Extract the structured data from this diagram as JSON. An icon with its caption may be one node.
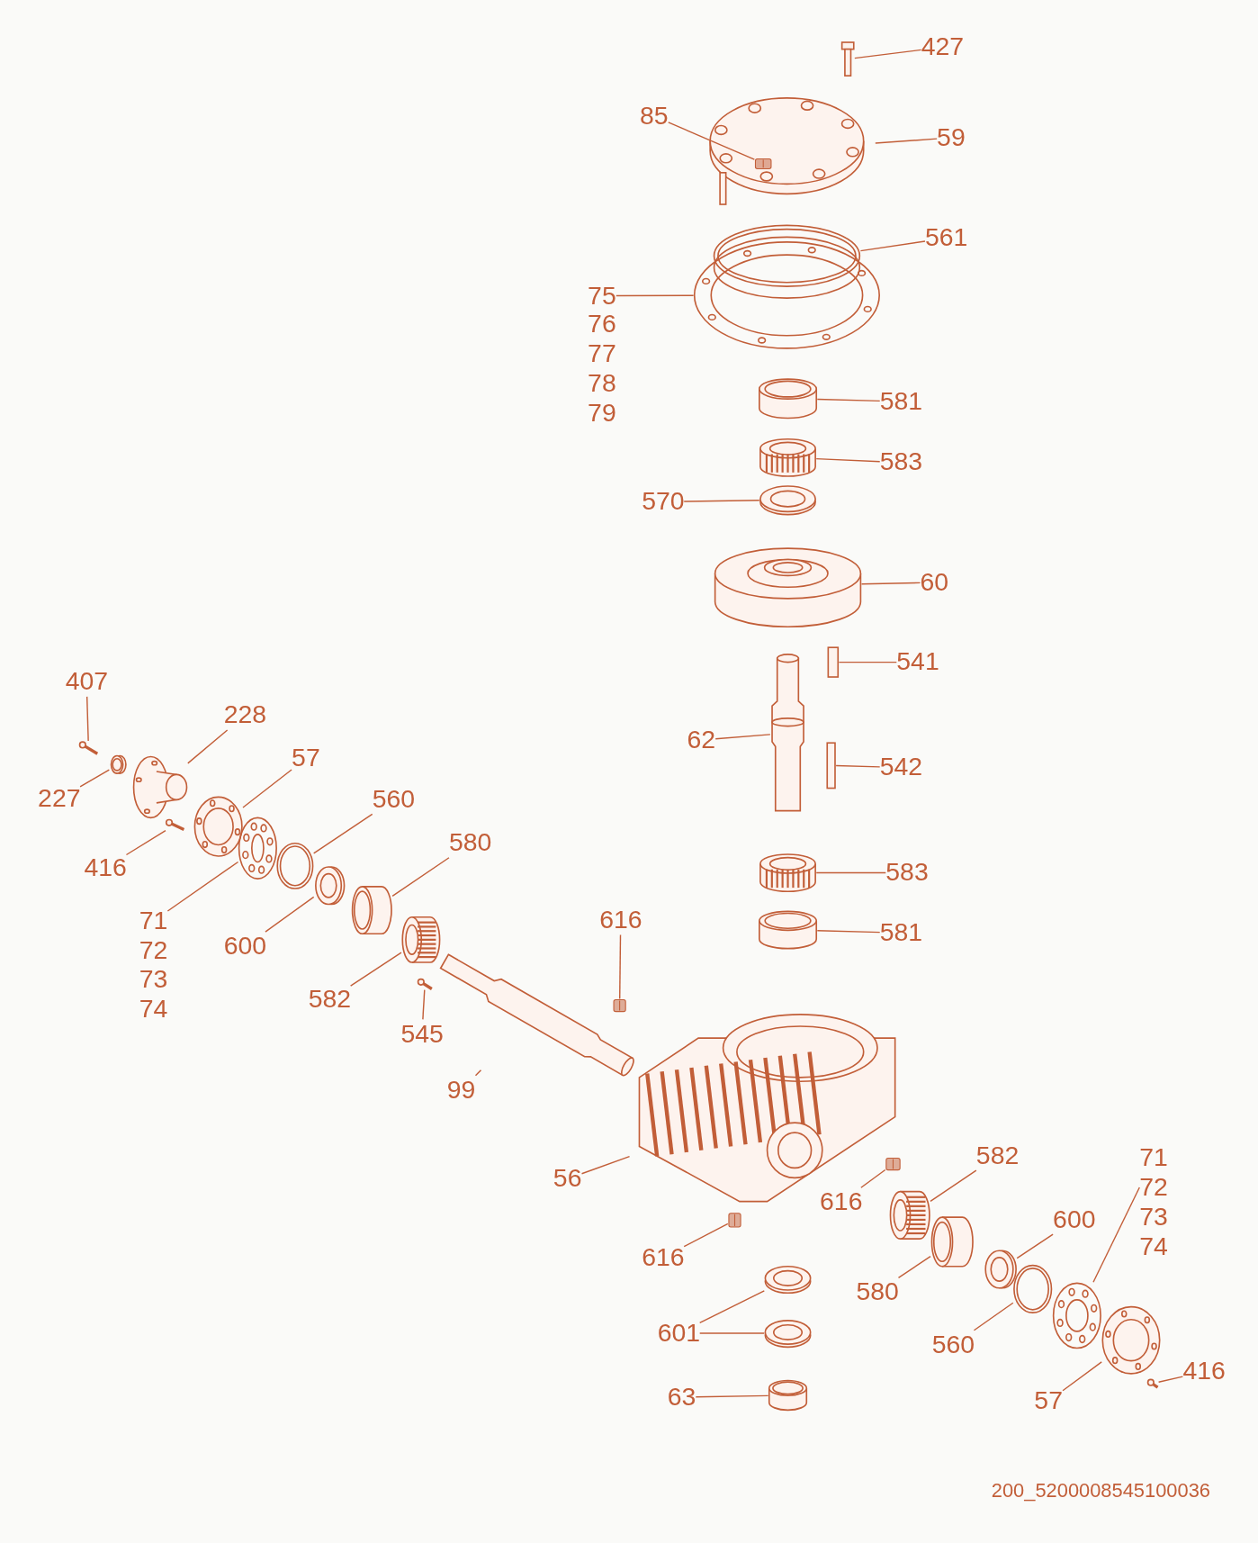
{
  "diagram": {
    "nodes": [
      {
        "text": [
          "427"
        ]
      },
      {
        "text": [],
        "shape": "picture"
      },
      {
        "text": [
          "85"
        ]
      },
      {
        "text": [],
        "shape": "box",
        "in": 5
      },
      {
        "text": [
          "59"
        ]
      },
      {
        "text": [],
        "shape": "picture"
      },
      {
        "text": [
          "561"
        ]
      },
      {
        "text": [],
        "shape": "picture"
      },
      {
        "text": [
          "75",
          "76",
          "77",
          "78",
          "79"
        ]
      },
      {
        "text": [],
        "shape": "picture"
      },
      {
        "text": [
          "581"
        ]
      },
      {
        "text": [],
        "shape": "cylinder"
      },
      {
        "text": [
          "583"
        ]
      },
      {
        "text": [],
        "shape": "picture"
      },
      {
        "text": [
          "570"
        ]
      },
      {
        "text": [],
        "shape": "picture"
      },
      {
        "text": [
          "60"
        ]
      },
      {
        "text": [],
        "shape": "cylinder"
      },
      {
        "text": [
          "541"
        ]
      },
      {
        "text": [],
        "shape": "bar"
      },
      {
        "text": [
          "62"
        ]
      },
      {
        "text": [],
        "shape": "picture"
      },
      {
        "text": [
          "542"
        ]
      },
      {
        "text": [],
        "shape": "bar"
      },
      {
        "text": [
          "407"
        ]
      },
      {
        "text": [],
        "shape": "picture"
      },
      {
        "text": [
          "228"
        ]
      },
      {
        "text": [],
        "shape": "picture"
      },
      {
        "text": [
          "57"
        ]
      },
      {
        "text": [],
        "shape": "picture"
      },
      {
        "text": [
          "227"
        ]
      },
      {
        "text": [],
        "shape": "picture"
      },
      {
        "text": [
          "560"
        ]
      },
      {
        "text": [],
        "shape": "picture"
      },
      {
        "text": [
          "416"
        ]
      },
      {
        "text": [],
        "shape": "picture"
      },
      {
        "text": [
          "580"
        ]
      },
      {
        "text": [],
        "shape": "cylinder"
      },
      {
        "text": [
          "71",
          "72",
          "73",
          "74"
        ]
      },
      {
        "text": [],
        "shape": "picture"
      },
      {
        "text": [
          "600"
        ]
      },
      {
        "text": [],
        "shape": "picture"
      },
      {
        "text": [
          "616"
        ]
      },
      {
        "text": [],
        "shape": "box"
      },
      {
        "text": [
          "582"
        ]
      },
      {
        "text": [],
        "shape": "picture"
      },
      {
        "text": [
          "545"
        ]
      },
      {
        "text": [],
        "shape": "picture"
      },
      {
        "text": [
          "99"
        ]
      },
      {
        "text": [],
        "shape": "picture"
      },
      {
        "text": [
          "583"
        ]
      },
      {
        "text": [],
        "shape": "picture"
      },
      {
        "text": [
          "581"
        ]
      },
      {
        "text": [],
        "shape": "cylinder"
      },
      {
        "text": [
          "56"
        ]
      },
      {
        "text": [],
        "shape": "picture"
      },
      {
        "text": [
          "582"
        ]
      },
      {
        "text": [],
        "shape": "picture"
      },
      {
        "text": [
          "71",
          "72",
          "73",
          "74"
        ]
      },
      {
        "text": [],
        "shape": "picture"
      },
      {
        "text": [
          "616"
        ]
      },
      {
        "text": [],
        "shape": "box"
      },
      {
        "text": [
          "600"
        ]
      },
      {
        "text": [],
        "shape": "picture"
      },
      {
        "text": [
          "616"
        ]
      },
      {
        "text": [],
        "shape": "box"
      },
      {
        "text": [
          "580"
        ]
      },
      {
        "text": [],
        "shape": "cylinder"
      },
      {
        "text": [
          "601"
        ]
      },
      {
        "text": [],
        "shape": "picture"
      },
      {
        "text": [],
        "shape": "picture"
      },
      {
        "text": [
          "560"
        ]
      },
      {
        "text": [],
        "shape": "picture"
      },
      {
        "text": [
          "416"
        ]
      },
      {
        "text": [],
        "shape": "picture"
      },
      {
        "text": [
          "57"
        ]
      },
      {
        "text": [],
        "shape": "picture"
      },
      {
        "text": [
          "63"
        ]
      },
      {
        "text": [],
        "shape": "cylinder"
      }
    ],
    "edges": [
      {
        "from": 0,
        "to": 1,
        "arrow": "none"
      },
      {
        "from": 2,
        "to": 3,
        "arrow": "none"
      },
      {
        "from": 4,
        "to": 5,
        "arrow": "none"
      },
      {
        "from": 6,
        "to": 7,
        "arrow": "none"
      },
      {
        "from": 8,
        "to": 9,
        "arrow": "none"
      },
      {
        "from": 10,
        "to": 11,
        "arrow": "none"
      },
      {
        "from": 12,
        "to": 13,
        "arrow": "none"
      },
      {
        "from": 14,
        "to": 15,
        "arrow": "none"
      },
      {
        "from": 16,
        "to": 17,
        "arrow": "none"
      },
      {
        "from": 18,
        "to": 19,
        "arrow": "none"
      },
      {
        "from": 20,
        "to": 21,
        "arrow": "none"
      },
      {
        "from": 22,
        "to": 23,
        "arrow": "none"
      },
      {
        "from": 24,
        "to": 25,
        "arrow": "none"
      },
      {
        "from": 26,
        "to": 27,
        "arrow": "none"
      },
      {
        "from": 28,
        "to": 29,
        "arrow": "none"
      },
      {
        "from": 30,
        "to": 31,
        "arrow": "none"
      },
      {
        "from": 32,
        "to": 33,
        "arrow": "none"
      },
      {
        "from": 34,
        "to": 35,
        "arrow": "none"
      },
      {
        "from": 36,
        "to": 37,
        "arrow": "none"
      },
      {
        "from": 38,
        "to": 39,
        "arrow": "none"
      },
      {
        "from": 40,
        "to": 41,
        "arrow": "none"
      },
      {
        "from": 42,
        "to": 43,
        "arrow": "none"
      },
      {
        "from": 44,
        "to": 45,
        "arrow": "none"
      },
      {
        "from": 46,
        "to": 47,
        "arrow": "none"
      },
      {
        "from": 48,
        "to": 49,
        "arrow": "none"
      },
      {
        "from": 50,
        "to": 51,
        "arrow": "none"
      },
      {
        "from": 52,
        "to": 53,
        "arrow": "none"
      },
      {
        "from": 54,
        "to": 55,
        "arrow": "none"
      },
      {
        "from": 56,
        "to": 57,
        "arrow": "none"
      },
      {
        "from": 58,
        "to": 59,
        "arrow": "none"
      },
      {
        "from": 60,
        "to": 61,
        "arrow": "none"
      },
      {
        "from": 62,
        "to": 63,
        "arrow": "none"
      },
      {
        "from": 64,
        "to": 65,
        "arrow": "none"
      },
      {
        "from": 66,
        "to": 67,
        "arrow": "none"
      },
      {
        "from": 68,
        "to": 69,
        "arrow": "none"
      },
      {
        "from": 68,
        "to": 70,
        "arrow": "none"
      },
      {
        "from": 71,
        "to": 72,
        "arrow": "none"
      },
      {
        "from": 73,
        "to": 74,
        "arrow": "none"
      },
      {
        "from": 75,
        "to": 76,
        "arrow": "none"
      },
      {
        "from": 77,
        "to": 78,
        "arrow": "none"
      }
    ],
    "labels": [
      "200_5200008545100036"
    ]
  }
}
